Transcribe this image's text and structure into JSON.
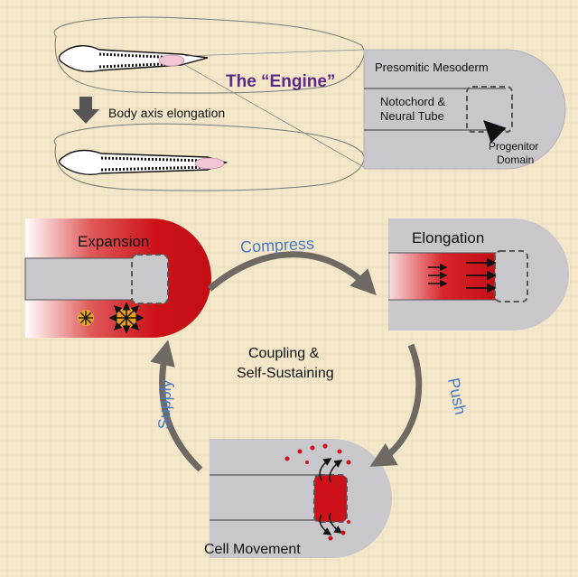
{
  "engine_title": "The “Engine”",
  "embryo_caption": "Body axis elongation",
  "zoom_panel": {
    "psm_label": "Presomitic Mesoderm",
    "notochord_line1": "Notochord &",
    "notochord_line2": "Neural Tube",
    "progenitor_line1": "Progenitor",
    "progenitor_line2": "Domain"
  },
  "panels": {
    "expansion": "Expansion",
    "elongation": "Elongation",
    "cell_movement": "Cell Movement"
  },
  "arrows": {
    "compress": "Compress",
    "push": "Push",
    "supply": "Supply"
  },
  "center_line1": "Coupling &",
  "center_line2": "Self-Sustaining",
  "colors": {
    "background": "#f3e6c9",
    "panel_gray": "#c8c8cc",
    "tissue_red": "#d0141a",
    "arrow_text_blue": "#4a78c4",
    "cycle_arrow": "#6e6a63",
    "title_purple": "#5a2a86"
  }
}
